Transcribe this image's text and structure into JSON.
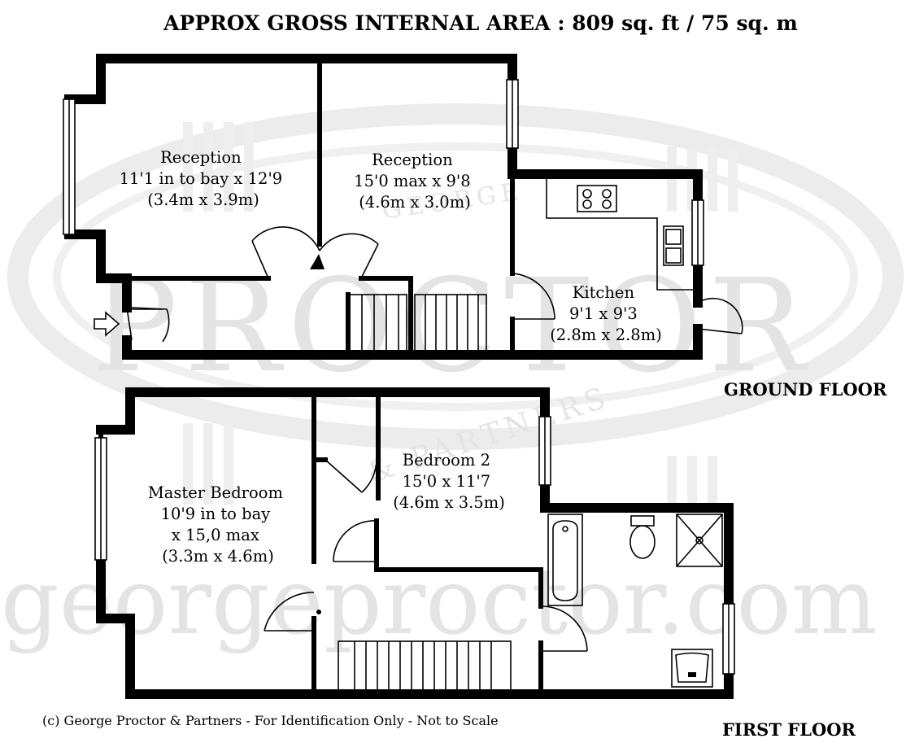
{
  "title": "APPROX GROSS INTERNAL AREA : 809 sq. ft / 75 sq. m",
  "floors": {
    "ground": "GROUND FLOOR",
    "first": "FIRST FLOOR"
  },
  "rooms": {
    "reception_front": [
      "Reception",
      "11'1 in to bay x 12'9",
      "(3.4m x 3.9m)"
    ],
    "reception_rear": [
      "Reception",
      "15'0 max x 9'8",
      "(4.6m x 3.0m)"
    ],
    "kitchen": [
      "Kitchen",
      "9'1 x 9'3",
      "(2.8m x 2.8m)"
    ],
    "master_bedroom": [
      "Master Bedroom",
      "10'9 in to bay",
      "x 15,0 max",
      "(3.3m x 4.6m)"
    ],
    "bedroom2": [
      "Bedroom 2",
      "15'0 x 11'7",
      "(4.6m x 3.5m)"
    ]
  },
  "footer": "(c) George Proctor & Partners - For Identification Only - Not to Scale",
  "watermark": {
    "brand": "PROCTOR",
    "sub": "& PARTNERS",
    "top": "GEORGE",
    "url": "georgeproctor.com"
  }
}
